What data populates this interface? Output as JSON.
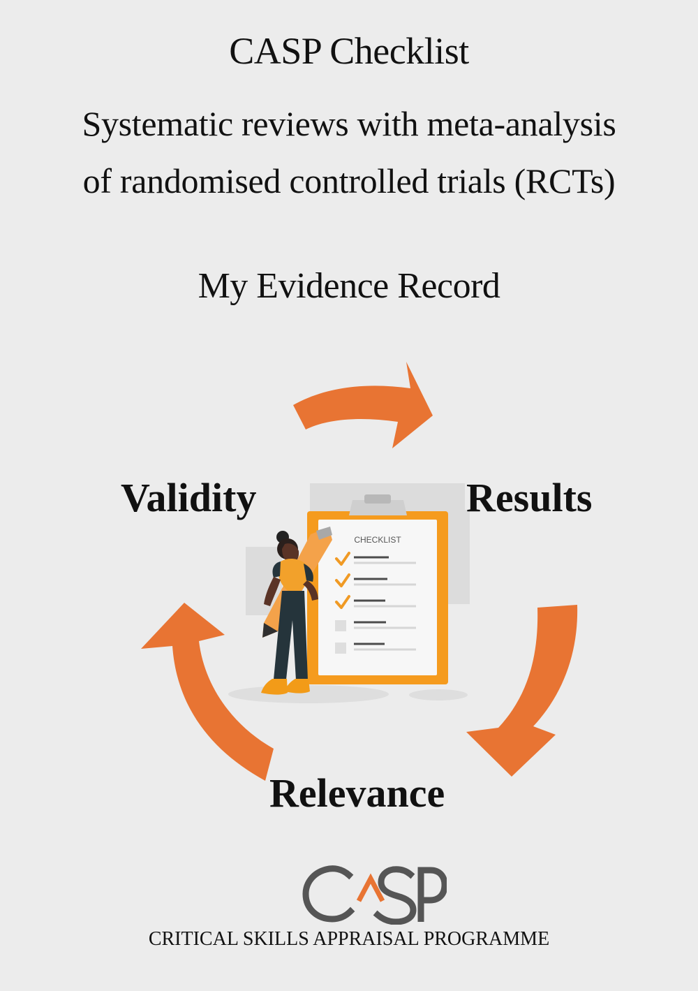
{
  "cover": {
    "title": "CASP Checklist",
    "subtitle_line_1": "Systematic reviews with meta-analysis",
    "subtitle_line_2": "of randomised controlled trials (RCTs)",
    "record_title": "My Evidence Record"
  },
  "cycle": {
    "validity": "Validity",
    "results": "Results",
    "relevance": "Relevance",
    "arrow_color": "#e87433"
  },
  "illustration": {
    "clipboard_title": "CHECKLIST",
    "checked_items": 3,
    "total_items": 5,
    "icons": [
      "clipboard-icon",
      "pencil-icon",
      "checkmark-icon",
      "person-icon"
    ]
  },
  "footer": {
    "logo_text": "CASP",
    "programme": "CRITICAL SKILLS APPRAISAL PROGRAMME"
  }
}
